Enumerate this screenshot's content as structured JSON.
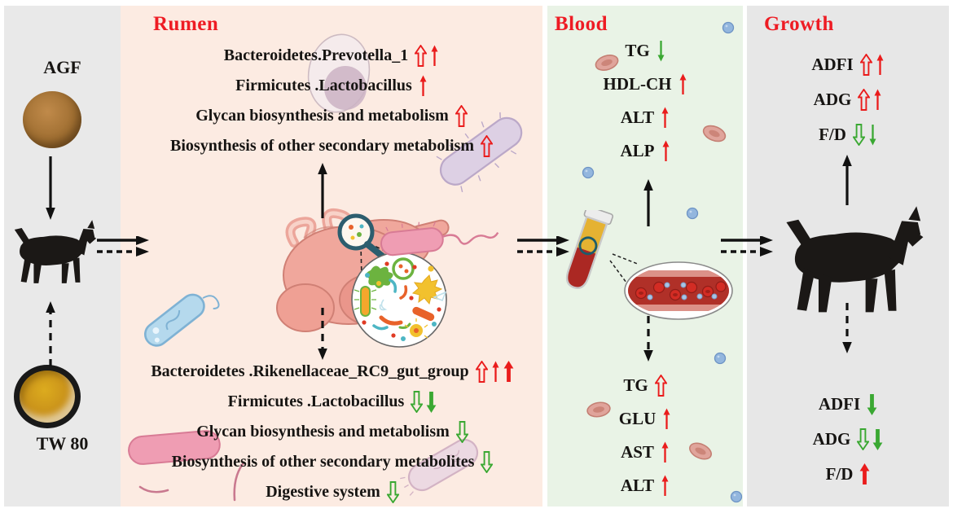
{
  "colors": {
    "red": "#ea1c1c",
    "green": "#3aa832",
    "title_red": "#ee1c24",
    "text": "#161412"
  },
  "input_column": {
    "top_label": "AGF",
    "bottom_label": "TW 80"
  },
  "sections": {
    "rumen": {
      "title": "Rumen",
      "up_items": [
        {
          "label": "Bacteroidetes.Prevotella_1",
          "arrows": [
            "hollow-up-red",
            "thin-up-red"
          ]
        },
        {
          "label": "Firmicutes .Lactobacillus",
          "arrows": [
            "thin-up-red"
          ]
        },
        {
          "label": "Glycan biosynthesis and metabolism",
          "arrows": [
            "hollow-up-red"
          ]
        },
        {
          "label": "Biosynthesis of other secondary metabolism",
          "arrows": [
            "hollow-up-red"
          ]
        }
      ],
      "down_items": [
        {
          "label": "Bacteroidetes .Rikenellaceae_RC9_gut_group",
          "arrows": [
            "hollow-up-red",
            "thin-up-red",
            "thick-up-red"
          ]
        },
        {
          "label": "Firmicutes .Lactobacillus",
          "arrows": [
            "hollow-down-green",
            "thick-down-green"
          ]
        },
        {
          "label": "Glycan biosynthesis and metabolism",
          "arrows": [
            "hollow-down-green"
          ]
        },
        {
          "label": "Biosynthesis of other secondary metabolites",
          "arrows": [
            "hollow-down-green"
          ]
        },
        {
          "label": "Digestive system",
          "arrows": [
            "hollow-down-green"
          ]
        }
      ]
    },
    "blood": {
      "title": "Blood",
      "up_items": [
        {
          "label": "TG",
          "arrows": [
            "thin-down-green"
          ]
        },
        {
          "label": "HDL-CH",
          "arrows": [
            "thin-up-red"
          ]
        },
        {
          "label": "ALT",
          "arrows": [
            "thin-up-red"
          ]
        },
        {
          "label": "ALP",
          "arrows": [
            "thin-up-red"
          ]
        }
      ],
      "down_items": [
        {
          "label": "TG",
          "arrows": [
            "hollow-up-red"
          ]
        },
        {
          "label": "GLU",
          "arrows": [
            "thin-up-red"
          ]
        },
        {
          "label": "AST",
          "arrows": [
            "thin-up-red"
          ]
        },
        {
          "label": "ALT",
          "arrows": [
            "thin-up-red"
          ]
        }
      ]
    },
    "growth": {
      "title": "Growth",
      "up_items": [
        {
          "label": "ADFI",
          "arrows": [
            "hollow-up-red",
            "thin-up-red"
          ]
        },
        {
          "label": "ADG",
          "arrows": [
            "hollow-up-red",
            "thin-up-red"
          ]
        },
        {
          "label": "F/D",
          "arrows": [
            "hollow-down-green",
            "thin-down-green"
          ]
        }
      ],
      "down_items": [
        {
          "label": "ADFI",
          "arrows": [
            "thick-down-green"
          ]
        },
        {
          "label": "ADG",
          "arrows": [
            "hollow-down-green",
            "thick-down-green"
          ]
        },
        {
          "label": "F/D",
          "arrows": [
            "thick-up-red"
          ]
        }
      ]
    }
  }
}
